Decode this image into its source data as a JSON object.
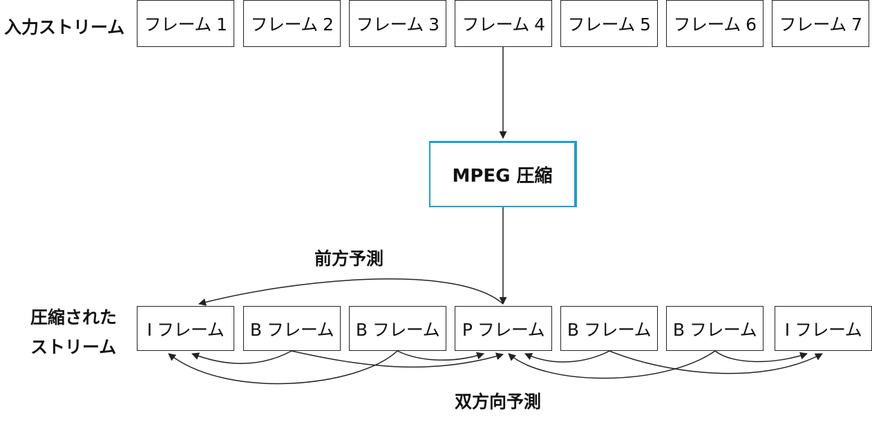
{
  "input_label": "入力ストリーム",
  "input_frames": [
    "フレーム 1",
    "フレーム 2",
    "フレーム 3",
    "フレーム 4",
    "フレーム 5",
    "フレーム 6",
    "フレーム 7"
  ],
  "process_label": "MPEG 圧縮",
  "forward_label": "前方予測",
  "bidirectional_label": "双方向予測",
  "output_label": [
    "圧縮された",
    "ストリーム"
  ],
  "output_frames": [
    "I フレーム",
    "B フレーム",
    "B フレーム",
    "P フレーム",
    "B フレーム",
    "B フレーム",
    "I フレーム"
  ],
  "colors": {
    "process_border": "#1a9fd6",
    "line": "#222222"
  }
}
